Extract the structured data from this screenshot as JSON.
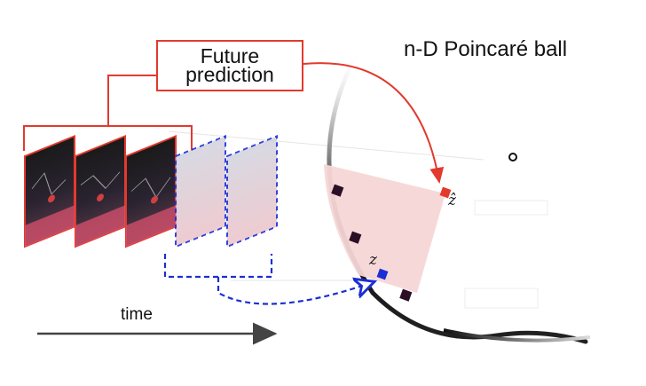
{
  "title": "n-D Poincaré ball",
  "future_box": {
    "line1": "Future",
    "line2": "prediction"
  },
  "time_label": "time",
  "predicted_point_label": "ẑ",
  "target_point_label": "z",
  "colors": {
    "prediction": "#e23a2e",
    "target": "#1b2fd6",
    "cone_fill": "#f7d6d6",
    "embedding": "#2a0f26",
    "ball_edge": "#111111"
  },
  "frames": {
    "observed_count": 3,
    "future_count": 2
  }
}
